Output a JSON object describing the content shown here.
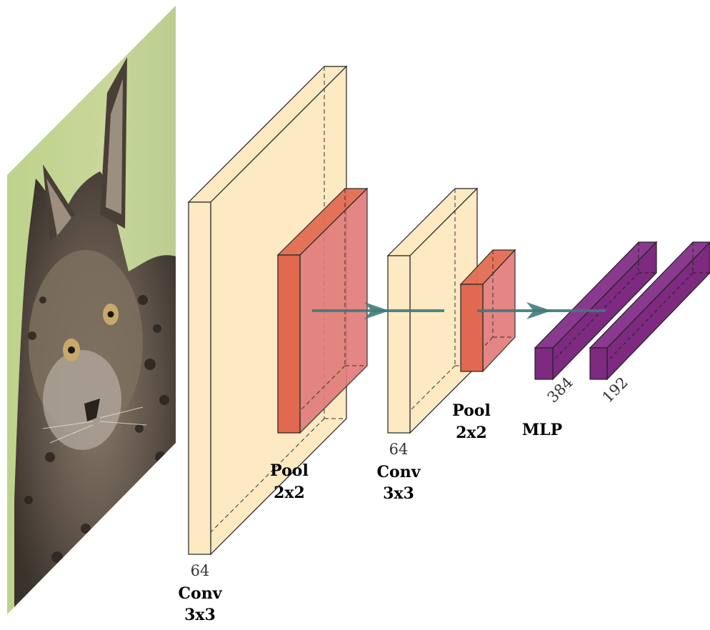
{
  "diagram": {
    "input_image": {
      "subject": "lynx-photo"
    },
    "layers": [
      {
        "id": "conv1",
        "kind": "conv",
        "channels": "64",
        "title": "Conv",
        "kernel": "3x3"
      },
      {
        "id": "pool1",
        "kind": "pool",
        "title": "Pool",
        "kernel": "2x2"
      },
      {
        "id": "conv2",
        "kind": "conv",
        "channels": "64",
        "title": "Conv",
        "kernel": "3x3"
      },
      {
        "id": "pool2",
        "kind": "pool",
        "title": "Pool",
        "kernel": "2x2"
      },
      {
        "id": "fc1",
        "kind": "fc",
        "units": "384"
      },
      {
        "id": "fc2",
        "kind": "fc",
        "units": "192"
      }
    ],
    "mlp_label": "MLP",
    "colors": {
      "conv_face": "#fde9c2",
      "conv_stroke": "#222222",
      "pool_face": "#e0694f",
      "pool_side": "#e07878",
      "fc_face": "#7d2a80",
      "arrow": "#3f7a7a"
    }
  }
}
